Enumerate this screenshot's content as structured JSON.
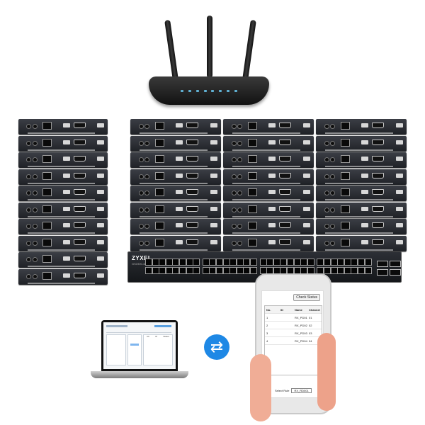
{
  "switch": {
    "brand": "ZYXEL",
    "model": "GS1900-48"
  },
  "laptop_app": {
    "columns": [
      "Ch",
      "IP",
      "Status"
    ]
  },
  "phone_app": {
    "check_button": "Check Status",
    "table_headers": [
      "No.",
      "ID",
      "Name",
      "Channel"
    ],
    "rows": [
      [
        "1",
        "",
        "RX_PD01",
        "01"
      ],
      [
        "2",
        "",
        "RX_PD02",
        "02"
      ],
      [
        "3",
        "",
        "RX_PD03",
        "03"
      ],
      [
        "4",
        "",
        "RX_PD04",
        "04"
      ]
    ],
    "select_label": "Select Rule",
    "select_value": "RX_RD001"
  },
  "icons": {
    "sync": "sync-arrows-icon"
  },
  "colors": {
    "sync_blue": "#1e88e5",
    "device_black": "#1f2126"
  }
}
